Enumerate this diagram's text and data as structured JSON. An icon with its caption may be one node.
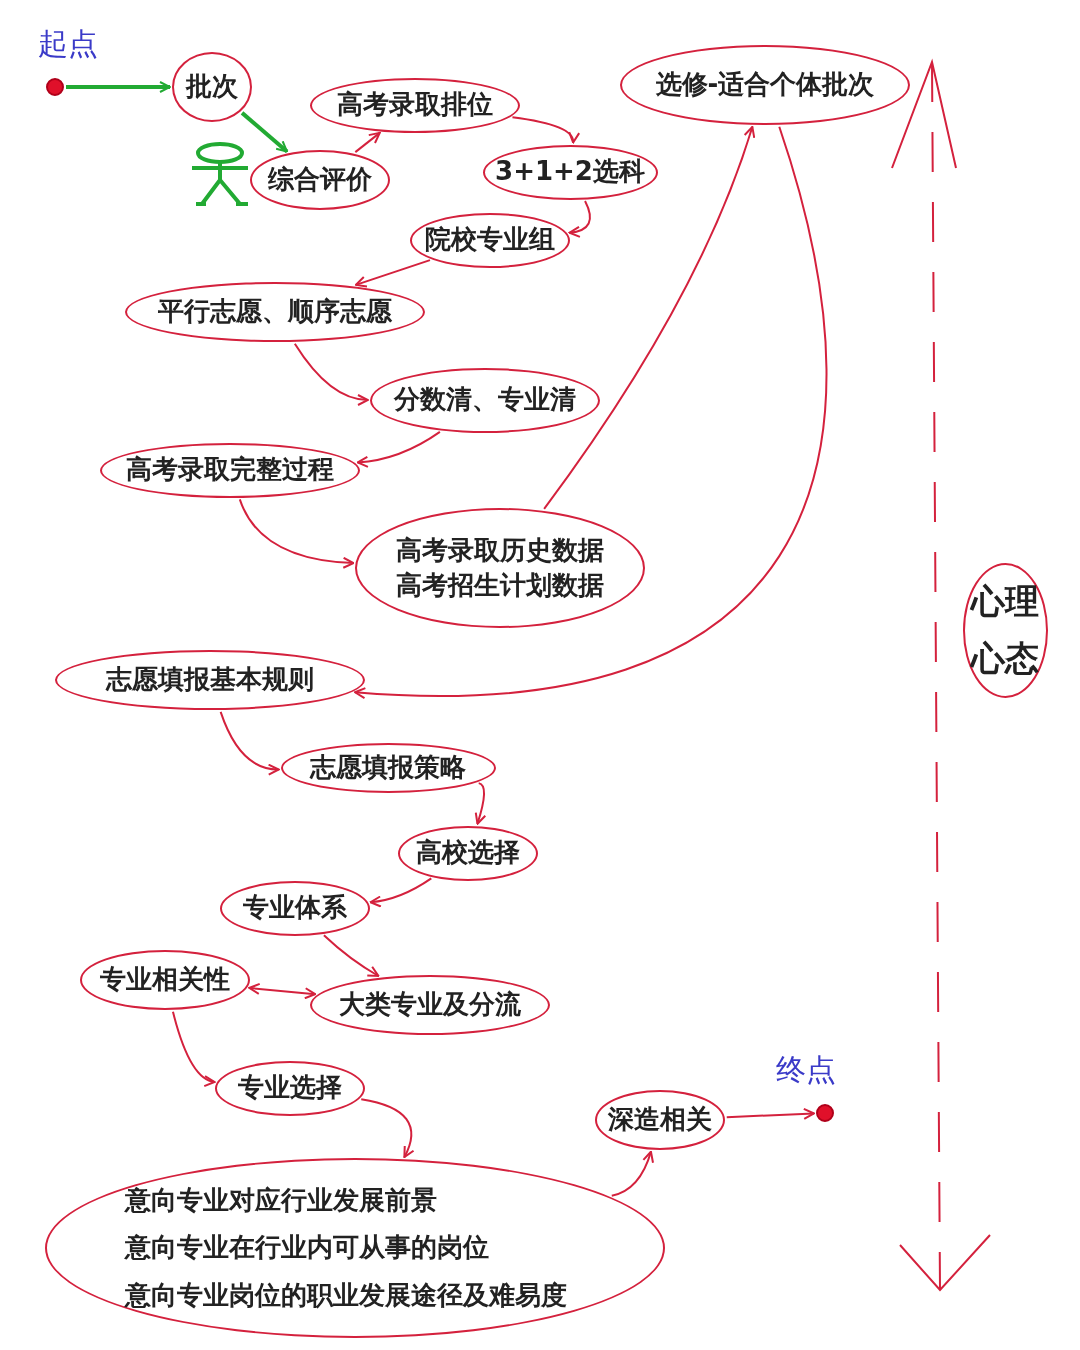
{
  "diagram": {
    "nodes": [
      {
        "text": [],
        "shape": "circle",
        "beside": [
          "起点"
        ]
      },
      {
        "text": [
          "批次"
        ]
      },
      {
        "text": [
          "综合评价"
        ]
      },
      {
        "text": [
          "高考录取排位"
        ]
      },
      {
        "text": [
          "3+1+2选科"
        ]
      },
      {
        "text": [
          "院校专业组"
        ]
      },
      {
        "text": [
          "平行志愿、顺序志愿"
        ]
      },
      {
        "text": [
          "分数清、专业清"
        ]
      },
      {
        "text": [
          "高考录取完整过程"
        ]
      },
      {
        "text": [
          "高考录取历史数据",
          "高考招生计划数据"
        ]
      },
      {
        "text": [
          "选修-适合个体批次"
        ]
      },
      {
        "text": [
          "志愿填报基本规则"
        ]
      },
      {
        "text": [
          "志愿填报策略"
        ]
      },
      {
        "text": [
          "高校选择"
        ]
      },
      {
        "text": [
          "专业体系"
        ]
      },
      {
        "text": [
          "专业相关性"
        ]
      },
      {
        "text": [
          "大类专业及分流"
        ]
      },
      {
        "text": [
          "专业选择"
        ]
      },
      {
        "text": [
          "意向专业对应行业发展前景",
          "意向专业在行业内可从事的岗位",
          "意向专业岗位的职业发展途径及难易度"
        ]
      },
      {
        "text": [
          "深造相关"
        ]
      },
      {
        "text": [],
        "shape": "circle",
        "beside": [
          "终点"
        ]
      },
      {
        "text": [
          "心理",
          "心态"
        ]
      }
    ],
    "edges": [
      {
        "from": 0,
        "to": 1,
        "arrow": "to",
        "color": "#22aa33"
      },
      {
        "from": 1,
        "to": 2,
        "arrow": "to",
        "color": "#22aa33"
      },
      {
        "from": 2,
        "to": 3,
        "arrow": "to"
      },
      {
        "from": 3,
        "to": 4,
        "arrow": "to"
      },
      {
        "from": 4,
        "to": 5,
        "arrow": "to"
      },
      {
        "from": 5,
        "to": 6,
        "arrow": "to"
      },
      {
        "from": 6,
        "to": 7,
        "arrow": "to"
      },
      {
        "from": 7,
        "to": 8,
        "arrow": "to"
      },
      {
        "from": 8,
        "to": 9,
        "arrow": "to"
      },
      {
        "from": 9,
        "to": 10,
        "arrow": "to"
      },
      {
        "from": 10,
        "to": 11,
        "arrow": "to"
      },
      {
        "from": 11,
        "to": 12,
        "arrow": "to"
      },
      {
        "from": 12,
        "to": 13,
        "arrow": "to"
      },
      {
        "from": 13,
        "to": 14,
        "arrow": "to"
      },
      {
        "from": 14,
        "to": 16,
        "arrow": "to"
      },
      {
        "from": 16,
        "to": 15,
        "arrow": "both"
      },
      {
        "from": 15,
        "to": 17,
        "arrow": "to"
      },
      {
        "from": 17,
        "to": 18,
        "arrow": "to"
      },
      {
        "from": 18,
        "to": 19,
        "arrow": "to"
      },
      {
        "from": 19,
        "to": 20,
        "arrow": "to"
      }
    ]
  }
}
